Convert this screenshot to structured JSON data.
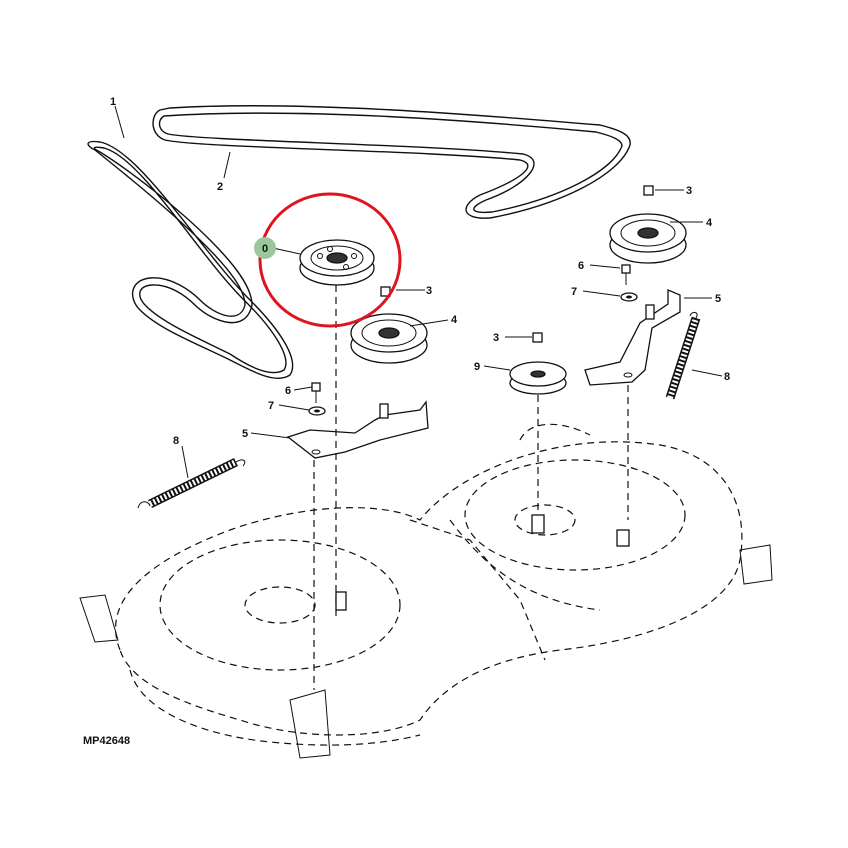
{
  "figure": {
    "id_label": "MP42648",
    "highlight_color": "#e0141e",
    "marker_color": "#9bc79b"
  },
  "callouts": {
    "belt_small": "1",
    "belt_large": "2",
    "nut_left": "3",
    "nut_right": "3",
    "nut_center": "3",
    "pulley_left": "4",
    "pulley_right": "4",
    "bracket_left": "5",
    "bracket_right": "5",
    "bolt_left": "6",
    "bolt_right": "6",
    "washer_left": "7",
    "washer_right": "7",
    "spring_left": "8",
    "spring_right": "8",
    "idler_center": "9",
    "highlighted_pulley": "0"
  }
}
